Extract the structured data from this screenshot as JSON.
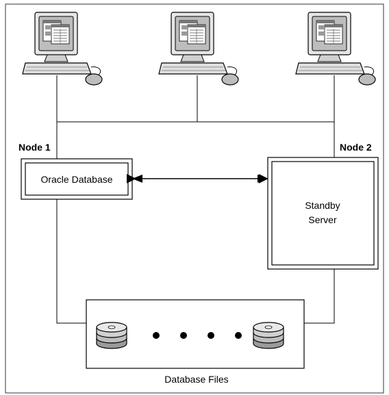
{
  "diagram": {
    "workstations": [
      {
        "id": "ws1"
      },
      {
        "id": "ws2"
      },
      {
        "id": "ws3"
      }
    ],
    "nodes": [
      {
        "id": "node1",
        "label": "Node 1",
        "box_label": "Oracle Database"
      },
      {
        "id": "node2",
        "label": "Node 2",
        "box_label_line1": "Standby",
        "box_label_line2": "Server"
      }
    ],
    "storage": {
      "label": "Database Files",
      "dots": 4
    },
    "connections": [
      {
        "from": "ws1",
        "to": "network"
      },
      {
        "from": "ws2",
        "to": "network"
      },
      {
        "from": "ws3",
        "to": "network"
      },
      {
        "from": "network",
        "to": "node1"
      },
      {
        "from": "network",
        "to": "node2"
      },
      {
        "from": "node1",
        "to": "node2",
        "type": "bidirectional-arrow"
      },
      {
        "from": "node1",
        "to": "storage"
      },
      {
        "from": "node2",
        "to": "storage"
      }
    ]
  }
}
